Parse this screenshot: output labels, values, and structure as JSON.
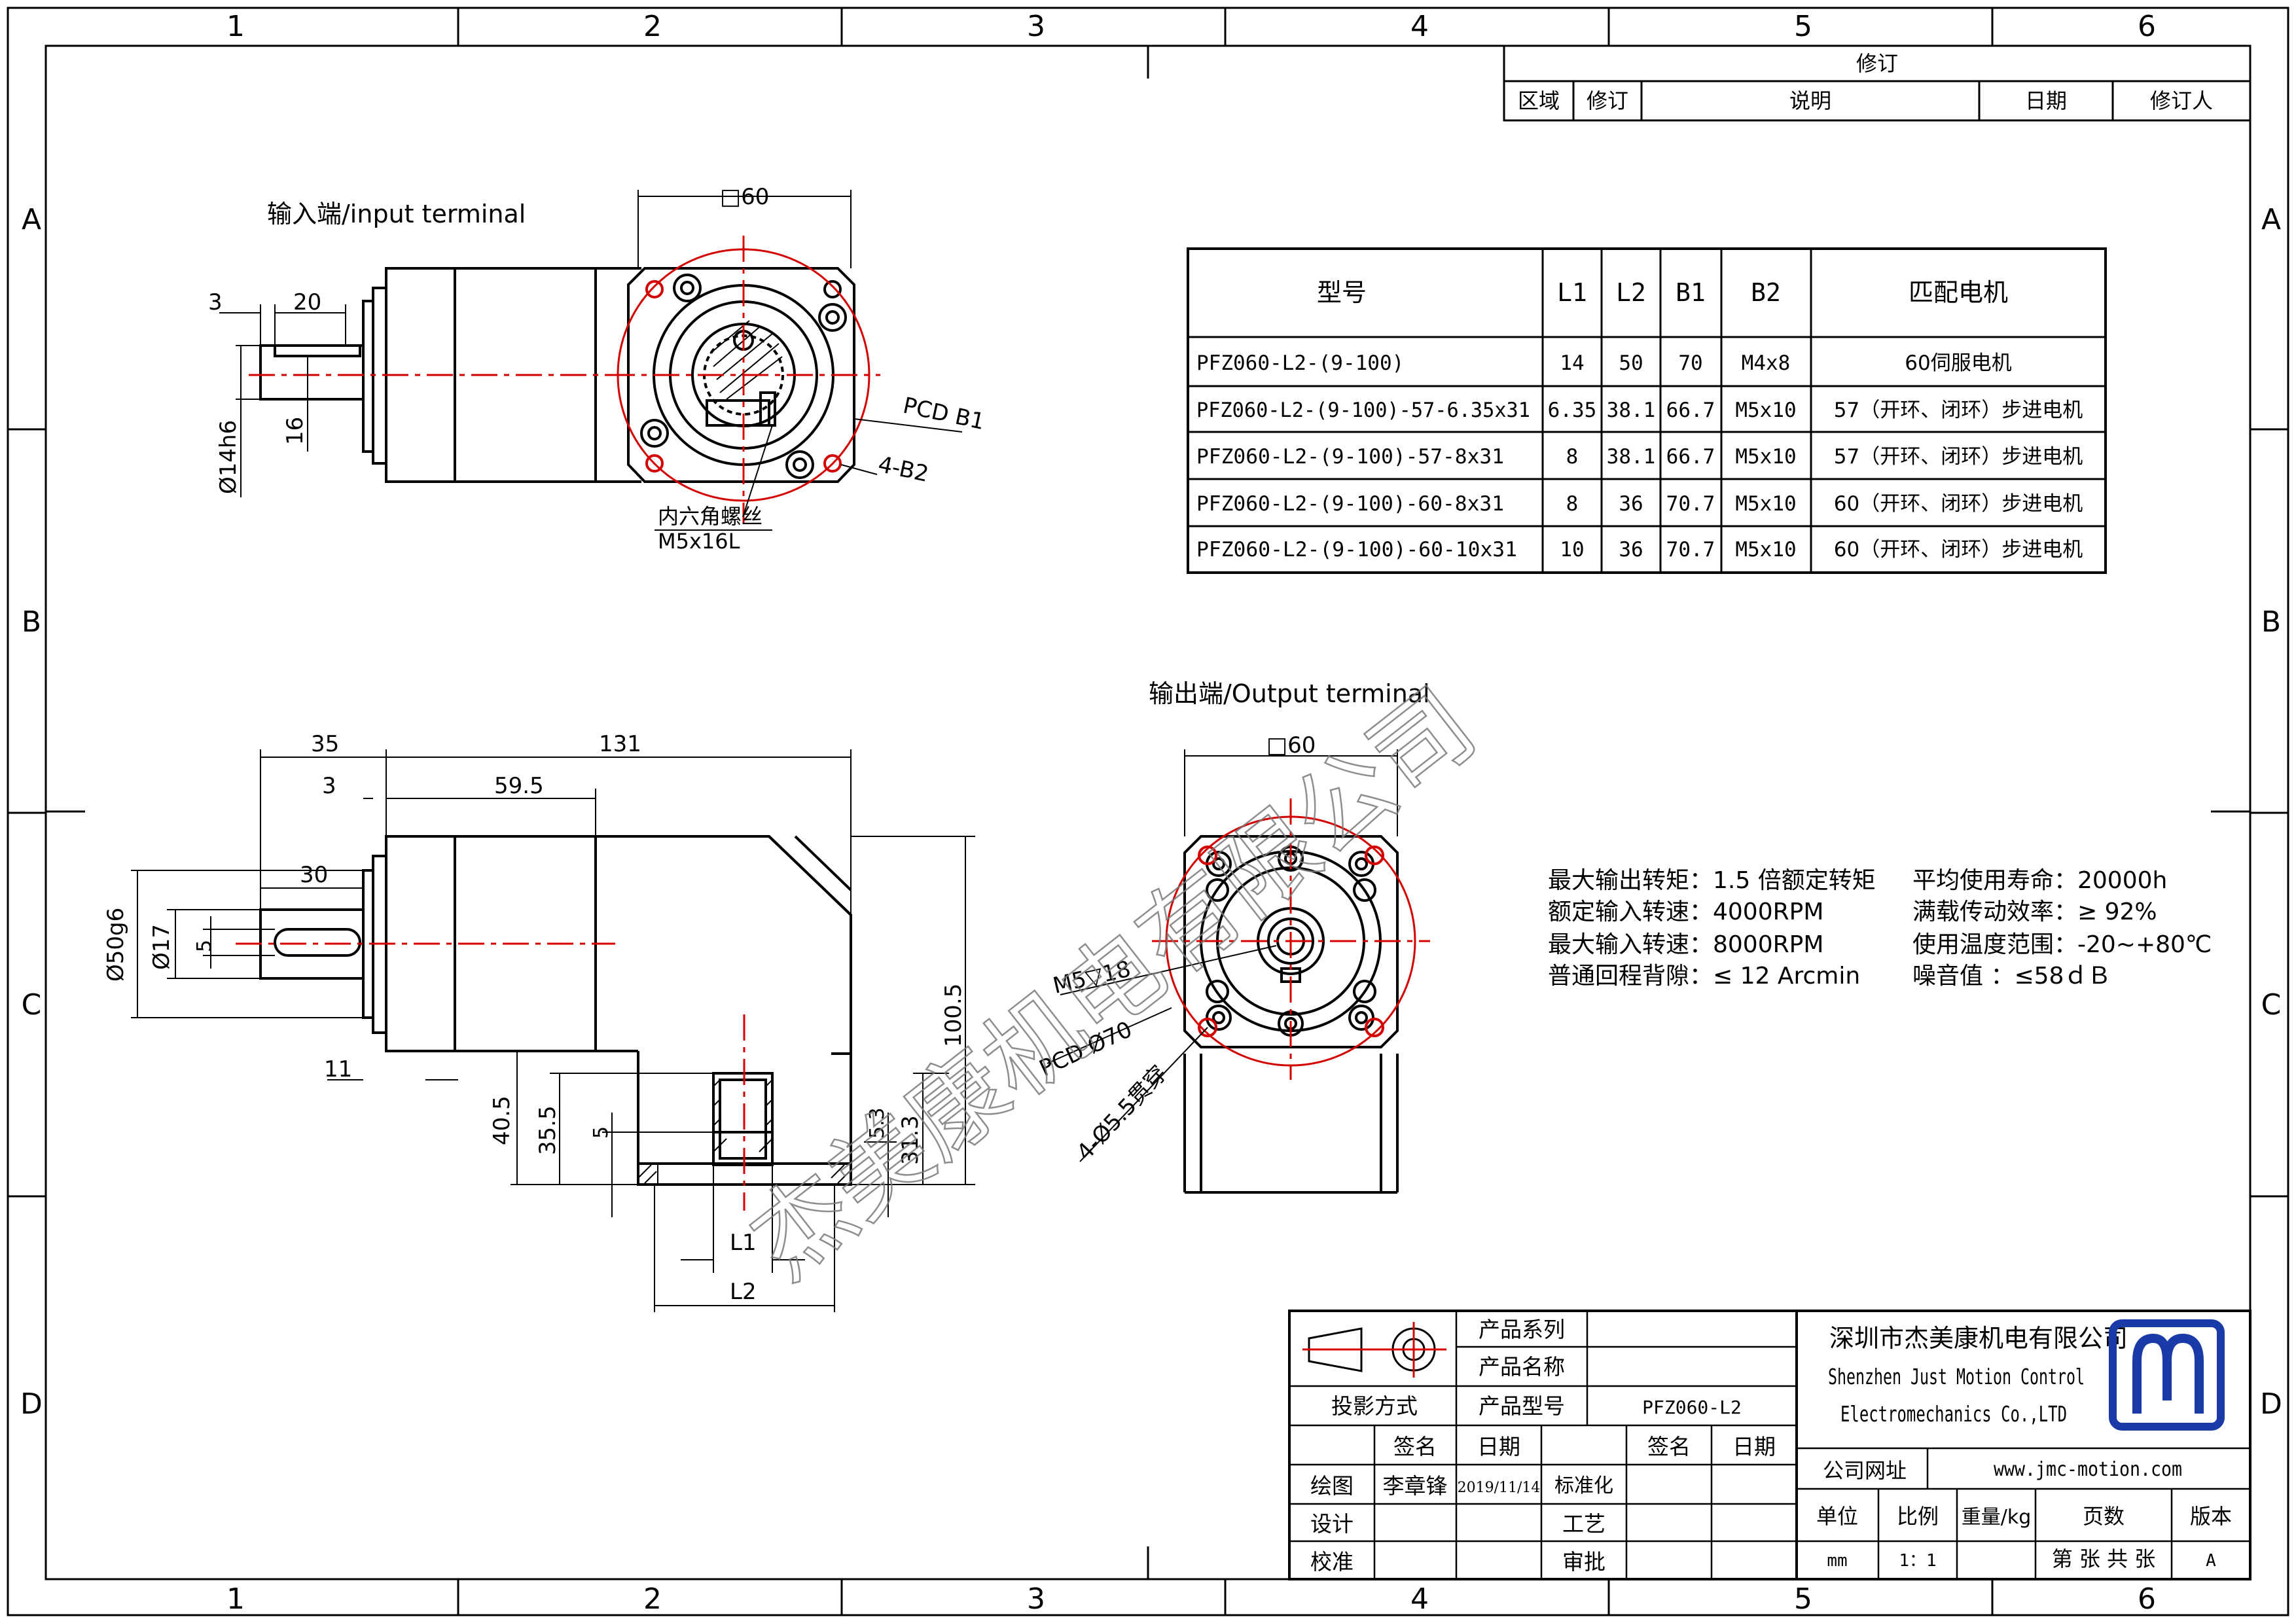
{
  "frame": {
    "cols": [
      "1",
      "2",
      "3",
      "4",
      "5",
      "6"
    ],
    "rows": [
      "A",
      "B",
      "C",
      "D"
    ]
  },
  "revision": {
    "title": "修订",
    "headers": [
      "区域",
      "修订",
      "说明",
      "日期",
      "修订人"
    ]
  },
  "views": {
    "input_label": "输入端/input terminal",
    "output_label": "输出端/Output terminal"
  },
  "dims": {
    "in_sq": "□60",
    "in_3": "3",
    "in_20": "20",
    "in_d14": "Ø14h6",
    "in_16": "16",
    "pcd_b1": "PCD B1",
    "b2": "4-B2",
    "screw1": "内六角螺丝",
    "screw2": "M5x16L",
    "side_35": "35",
    "side_131": "131",
    "side_3": "3",
    "side_595": "59.5",
    "side_30": "30",
    "side_d50": "Ø50g6",
    "side_d17": "Ø17",
    "side_5": "5",
    "side_11": "11",
    "side_1005": "100.5",
    "side_405": "40.5",
    "side_355": "35.5",
    "side_5b": "5",
    "side_53": "5.3",
    "side_313": "31.3",
    "side_l1": "L1",
    "side_l2": "L2",
    "out_sq": "□60",
    "out_m5": "M5▽18",
    "out_pcd": "PCD Ø70",
    "out_holes": "4-Ø5.5贯穿"
  },
  "model_table": {
    "headers": [
      "型号",
      "L1",
      "L2",
      "B1",
      "B2",
      "匹配电机"
    ],
    "rows": [
      [
        "PFZ060-L2-(9-100)",
        "14",
        "50",
        "70",
        "M4x8",
        "60伺服电机"
      ],
      [
        "PFZ060-L2-(9-100)-57-6.35x31",
        "6.35",
        "38.1",
        "66.7",
        "M5x10",
        "57（开环、闭环）步进电机"
      ],
      [
        "PFZ060-L2-(9-100)-57-8x31",
        "8",
        "38.1",
        "66.7",
        "M5x10",
        "57（开环、闭环）步进电机"
      ],
      [
        "PFZ060-L2-(9-100)-60-8x31",
        "8",
        "36",
        "70.7",
        "M5x10",
        "60（开环、闭环）步进电机"
      ],
      [
        "PFZ060-L2-(9-100)-60-10x31",
        "10",
        "36",
        "70.7",
        "M5x10",
        "60（开环、闭环）步进电机"
      ]
    ]
  },
  "specs": [
    [
      "最大输出转矩：1.5 倍额定转矩",
      "平均使用寿命：20000h"
    ],
    [
      "额定输入转速：4000RPM",
      "满载传动效率：≥   92%"
    ],
    [
      "最大输入转速：8000RPM",
      "使用温度范围：-20~+80℃"
    ],
    [
      "普通回程背隙：≤ 12 Arcmin",
      "噪音值        ：≤58ｄＢ"
    ]
  ],
  "watermark": "杰美康机电有限公司",
  "title_block": {
    "series_label": "产品系列",
    "name_label": "产品名称",
    "projection_label": "投影方式",
    "model_label": "产品型号",
    "model_value": "PFZ060-L2",
    "sign": "签名",
    "date": "日期",
    "sign2": "签名",
    "date2": "日期",
    "draw": "绘图",
    "drawer": "李章锋",
    "draw_date": "2019/11/14",
    "standard": "标准化",
    "design": "设计",
    "craft": "工艺",
    "check": "校准",
    "approve": "审批",
    "company_cn": "深圳市杰美康机电有限公司",
    "company_en1": "Shenzhen Just Motion Control",
    "company_en2": "Electromechanics Co.,LTD",
    "website_label": "公司网址",
    "website": "www.jmc-motion.com",
    "unit_label": "单位",
    "scale_label": "比例",
    "weight_label": "重量/kg",
    "pages_label": "页数",
    "version_label": "版本",
    "unit": "mm",
    "scale": "1：1",
    "pages": "第 张 共 张",
    "version": "A"
  },
  "colors": {
    "line": "#000000",
    "center": "#d40000",
    "logo": "#1a3aa8"
  }
}
